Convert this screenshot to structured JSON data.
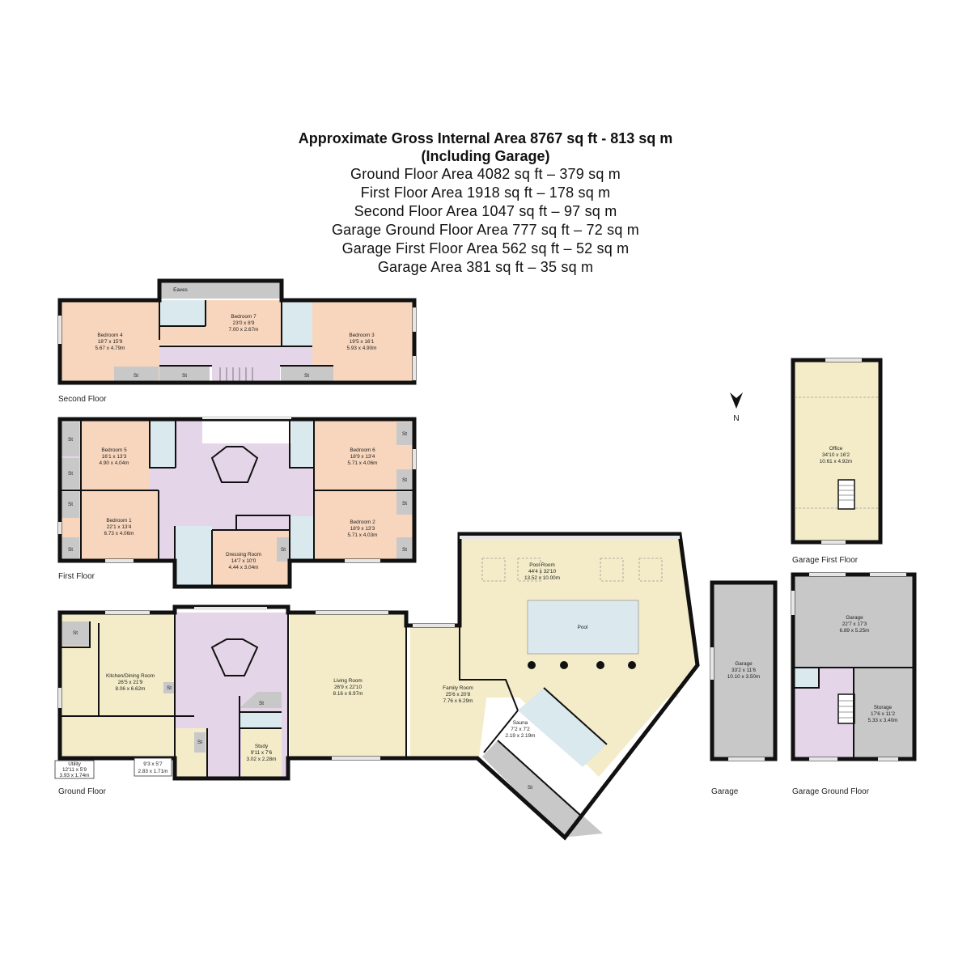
{
  "header": {
    "title": "Approximate Gross Internal Area 8767 sq ft - 813 sq m",
    "subtitle": "(Including Garage)",
    "areas": [
      "Ground Floor Area 4082 sq ft – 379 sq m",
      "First Floor Area 1918 sq ft – 178 sq m",
      "Second Floor Area 1047 sq ft – 97 sq m",
      "Garage Ground Floor Area 777 sq ft – 72 sq m",
      "Garage First Floor Area 562 sq ft – 52 sq m",
      "Garage Area 381 sq ft – 35 sq m"
    ]
  },
  "colors": {
    "bedroom": "#f8d6bd",
    "hall": "#e5d5e8",
    "bathroom": "#d9e9ee",
    "storage": "#c8c8c8",
    "living": "#f4ecc8",
    "pool": "#dbe9ee",
    "wall": "#111111"
  },
  "compass": {
    "label": "N",
    "icon": "north-arrow-icon"
  },
  "floors": {
    "second": {
      "label": "Second Floor",
      "rooms": {
        "eaves": {
          "name": "Eaves"
        },
        "bedroom4": {
          "name": "Bedroom 4",
          "imperial": "18'7 x 15'9",
          "metric": "5.67 x 4.79m"
        },
        "bedroom7": {
          "name": "Bedroom 7",
          "imperial": "23'0 x 8'9",
          "metric": "7.00 x 2.67m"
        },
        "bedroom3": {
          "name": "Bedroom 3",
          "imperial": "19'5 x 16'1",
          "metric": "5.93 x 4.90m"
        },
        "store": {
          "name": "St"
        }
      }
    },
    "first": {
      "label": "First Floor",
      "rooms": {
        "bedroom5": {
          "name": "Bedroom 5",
          "imperial": "16'1 x 13'3",
          "metric": "4.90 x 4.04m"
        },
        "bedroom1": {
          "name": "Bedroom 1",
          "imperial": "22'1 x 13'4",
          "metric": "6.73 x 4.06m"
        },
        "bedroom6": {
          "name": "Bedroom 6",
          "imperial": "18'9 x 13'4",
          "metric": "5.71 x 4.06m"
        },
        "bedroom2": {
          "name": "Bedroom 2",
          "imperial": "18'9 x 13'3",
          "metric": "5.71 x 4.03m"
        },
        "dressing": {
          "name": "Dressing Room",
          "imperial": "14'7 x 10'0",
          "metric": "4.44 x 3.04m"
        },
        "store": {
          "name": "St"
        }
      }
    },
    "ground": {
      "label": "Ground Floor",
      "rooms": {
        "kitchen": {
          "name": "Kitchen/Dining Room",
          "imperial": "26'5 x 21'9",
          "metric": "8.06 x 6.62m"
        },
        "utility": {
          "name": "Utility",
          "imperial": "12'11 x 5'9",
          "metric": "3.93 x 1.74m"
        },
        "room93": {
          "imperial": "9'3 x 5'7",
          "metric": "2.83 x 1.71m"
        },
        "study": {
          "name": "Study",
          "imperial": "9'11 x 7'6",
          "metric": "3.02 x 2.28m"
        },
        "living": {
          "name": "Living Room",
          "imperial": "26'9 x 22'10",
          "metric": "8.16 x 6.97m"
        },
        "family": {
          "name": "Family Room",
          "imperial": "25'6 x 20'8",
          "metric": "7.76 x 6.29m"
        },
        "poolroom": {
          "name": "Pool Room",
          "imperial": "44'4 x 32'10",
          "metric": "13.52 x 10.00m"
        },
        "pool": {
          "name": "Pool"
        },
        "sauna": {
          "name": "Sauna",
          "imperial": "7'2 x 7'2",
          "metric": "2.19 x 2.19m"
        },
        "store": {
          "name": "St"
        }
      }
    },
    "garage": {
      "label": "Garage",
      "rooms": {
        "garage": {
          "name": "Garage",
          "imperial": "33'2 x 11'6",
          "metric": "10.10 x 3.50m"
        }
      }
    },
    "garage_ground": {
      "label": "Garage Ground Floor",
      "rooms": {
        "garage": {
          "name": "Garage",
          "imperial": "22'7 x 17'3",
          "metric": "6.89 x 5.25m"
        },
        "storage": {
          "name": "Storage",
          "imperial": "17'6 x 11'2",
          "metric": "5.33 x 3.40m"
        }
      }
    },
    "garage_first": {
      "label": "Garage First Floor",
      "rooms": {
        "office": {
          "name": "Office",
          "imperial": "34'10 x 16'2",
          "metric": "10.61 x 4.92m"
        }
      }
    }
  }
}
